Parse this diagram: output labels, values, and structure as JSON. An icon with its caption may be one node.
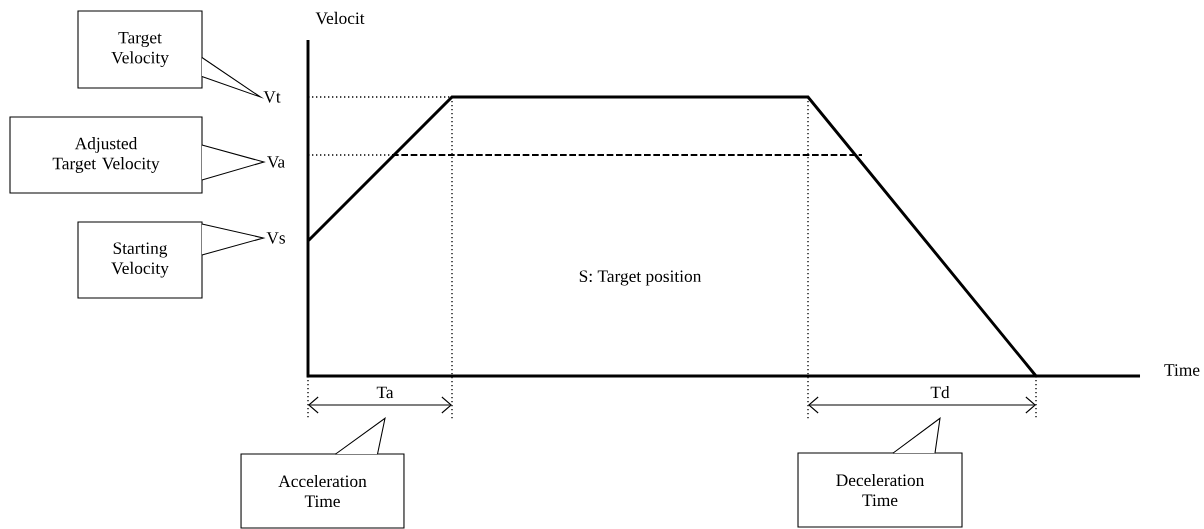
{
  "diagram": {
    "nodes": [
      {
        "text": [
          "Target Velocity"
        ]
      },
      {
        "text": [
          "Vt"
        ]
      },
      {
        "text": [
          "Adjusted Target Velocity"
        ]
      },
      {
        "text": [
          "Va"
        ]
      },
      {
        "text": [
          "Starting Velocity"
        ]
      },
      {
        "text": [
          "Vs"
        ]
      },
      {
        "text": [
          "Ta"
        ]
      },
      {
        "text": [
          "Acceleration Time"
        ]
      },
      {
        "text": [
          "Td"
        ]
      },
      {
        "text": [
          "Deceleration Time"
        ]
      }
    ],
    "edges": [
      {
        "from": 0,
        "to": 1,
        "arrow": "to"
      },
      {
        "from": 2,
        "to": 3,
        "arrow": "to"
      },
      {
        "from": 4,
        "to": 5,
        "arrow": "to"
      },
      {
        "from": 7,
        "to": 6,
        "arrow": "to"
      },
      {
        "from": 9,
        "to": 8,
        "arrow": "to"
      }
    ],
    "labels": [
      "Velocit",
      "S: Target position",
      "Time"
    ]
  }
}
